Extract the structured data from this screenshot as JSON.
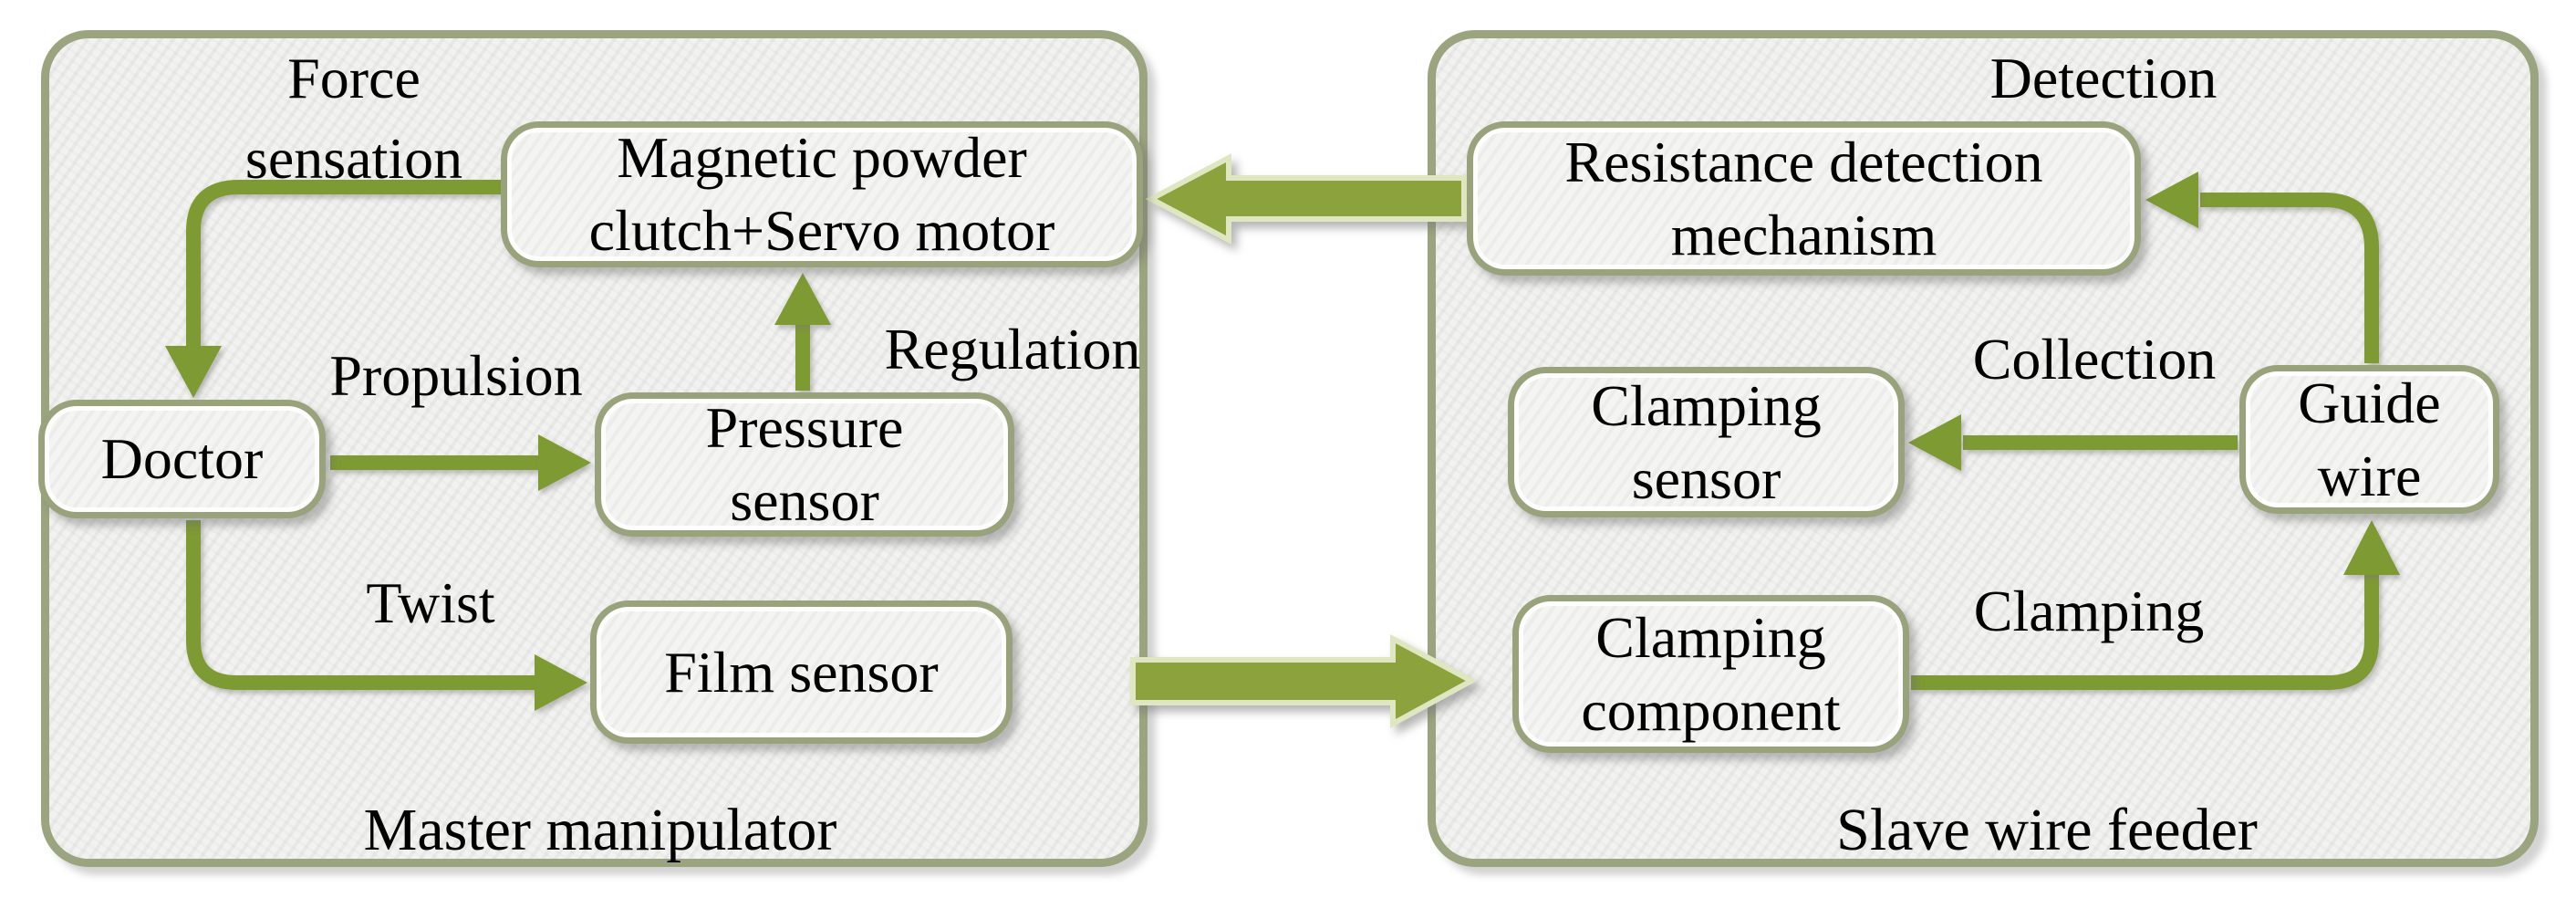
{
  "figure": {
    "type": "flow-diagram",
    "description": "Master manipulator and slave wire feeder control diagram"
  },
  "colors": {
    "arrow_olive": "#7e9a33",
    "big_arrow_fill": "#8ba23d",
    "big_arrow_outline": "#dfe7c2",
    "panel_border": "#9aa47e",
    "box_border": "#98a37c",
    "panel_fill": "#f2f2f0",
    "text": "#000000"
  },
  "panels": {
    "master": {
      "caption": "Master manipulator",
      "boxes": {
        "magnetic": {
          "lines": [
            "Magnetic powder",
            "clutch+Servo motor"
          ]
        },
        "doctor": {
          "lines": [
            "Doctor"
          ]
        },
        "pressure": {
          "lines": [
            "Pressure",
            "sensor"
          ]
        },
        "film": {
          "lines": [
            "Film sensor"
          ]
        }
      },
      "labels": {
        "force_line1": "Force",
        "force_line2": "sensation",
        "propulsion": "Propulsion",
        "regulation": "Regulation",
        "twist": "Twist"
      }
    },
    "slave": {
      "caption": "Slave wire feeder",
      "boxes": {
        "resistance": {
          "lines": [
            "Resistance detection",
            "mechanism"
          ]
        },
        "clamping_sensor": {
          "lines": [
            "Clamping",
            "sensor"
          ]
        },
        "guide_wire": {
          "lines": [
            "Guide",
            "wire"
          ]
        },
        "clamping_component": {
          "lines": [
            "Clamping",
            "component"
          ]
        }
      },
      "labels": {
        "detection": "Detection",
        "collection": "Collection",
        "clamping": "Clamping"
      }
    }
  }
}
